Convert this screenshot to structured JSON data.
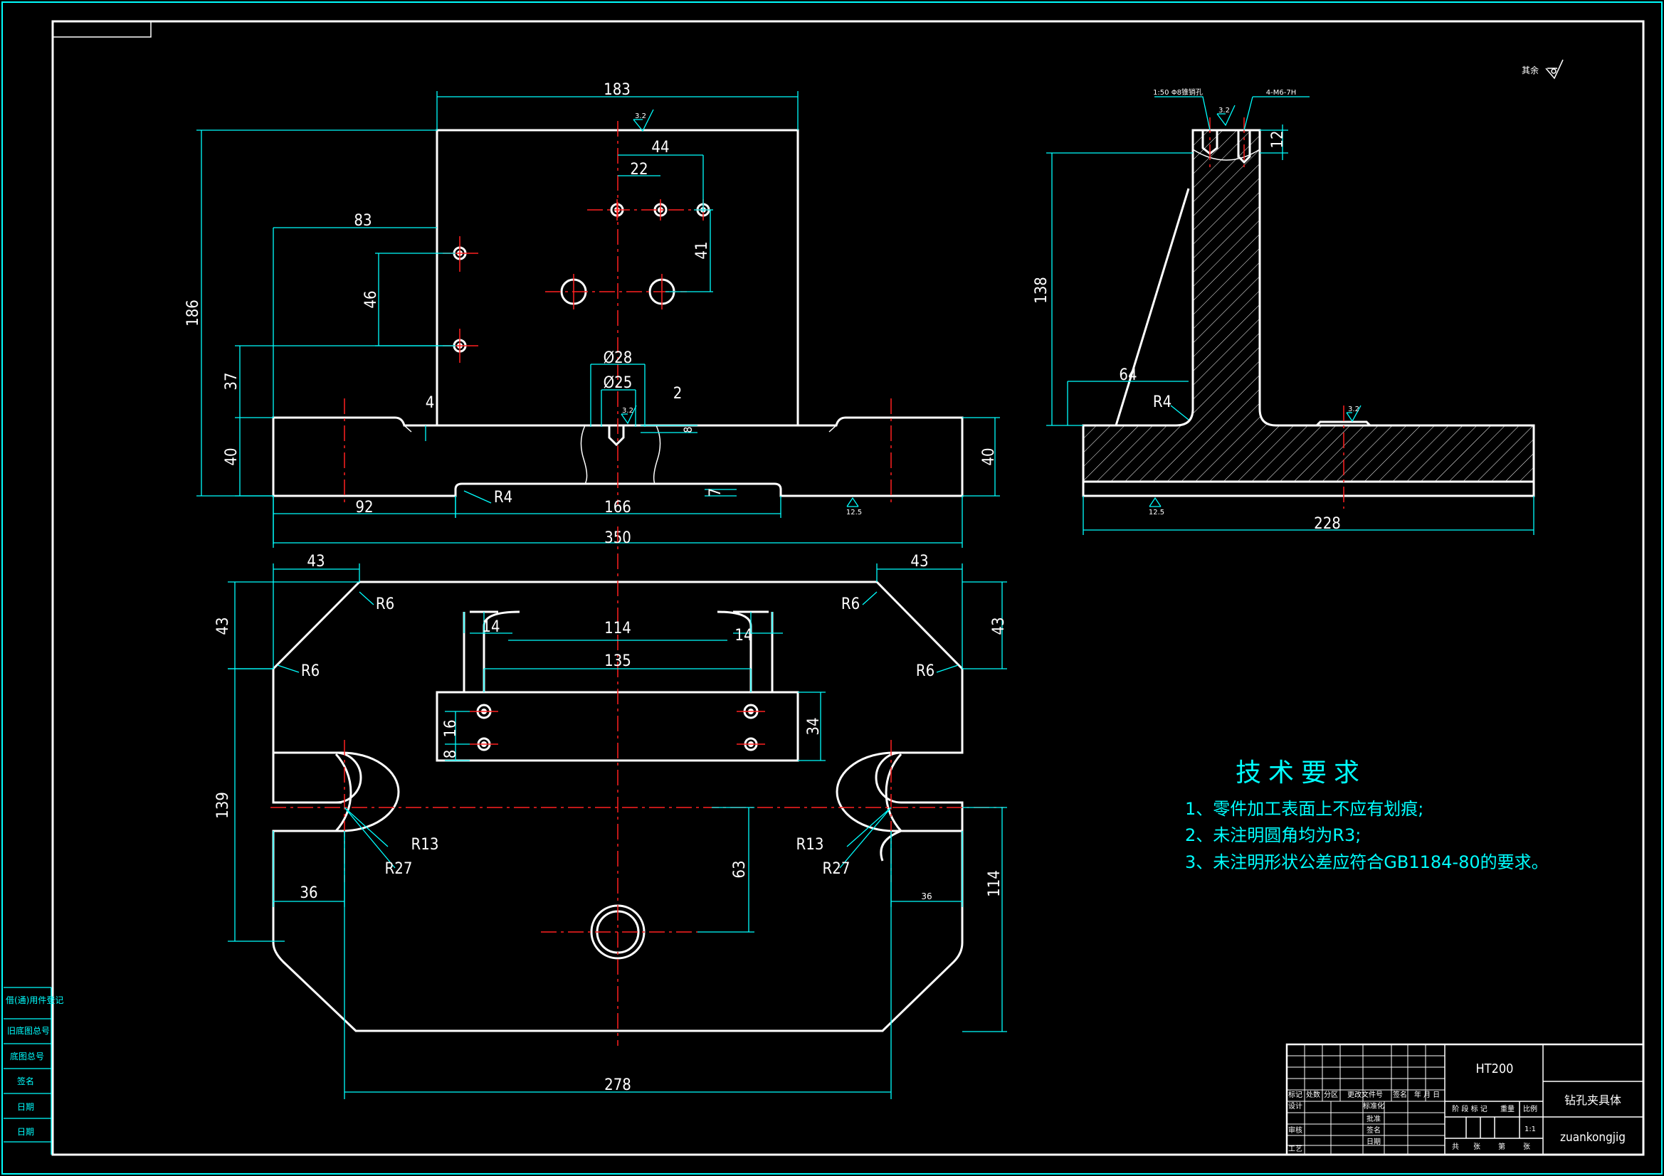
{
  "surface_note": "其余",
  "surface_finish": "12.5",
  "roughness_small": "3.2",
  "front_view": {
    "dims": [
      "183",
      "44",
      "22",
      "83",
      "41",
      "46",
      "186",
      "37",
      "40",
      "Ø28",
      "Ø25",
      "2",
      "4",
      "8",
      "7",
      "R4",
      "92",
      "166",
      "350",
      "40",
      "3.2"
    ]
  },
  "top_view": {
    "dims": [
      "43",
      "43",
      "R6",
      "R6",
      "R6",
      "R6",
      "43",
      "43",
      "14",
      "114",
      "14",
      "135",
      "16",
      "8",
      "34",
      "139",
      "R13",
      "R27",
      "R13",
      "R27",
      "36",
      "36",
      "63",
      "114",
      "278"
    ]
  },
  "side_view": {
    "dims": [
      "1:50 Φ8锥销孔",
      "4-M6-7H",
      "12",
      "138",
      "64",
      "R4",
      "228",
      "3.2",
      "12.5"
    ]
  },
  "tech_requirements": {
    "title": "技术要求",
    "items": [
      "1、零件加工表面上不应有划痕;",
      "2、未注明圆角均为R3;",
      "3、未注明形状公差应符合GB1184-80的要求。"
    ]
  },
  "title_block": {
    "material": "HT200",
    "name_cn": "钻孔夹具体",
    "name_pinyin": "zuankongjig",
    "row_headers": [
      "标记",
      "处数",
      "分区",
      "更改文件号",
      "签名",
      "年 月 日"
    ],
    "left_labels": [
      "设计",
      "审核",
      "工艺"
    ],
    "mid_labels": [
      "标准化",
      "批准",
      "签名",
      "日期"
    ],
    "stage_labels": [
      "阶 段 标 记",
      "重量",
      "比例"
    ],
    "scale": "1:1",
    "sheet_labels": [
      "共",
      "张",
      "第",
      "张"
    ]
  },
  "left_margin": {
    "labels": [
      "借(通)用件登记",
      "旧底图总号",
      "底图总号",
      "签名",
      "日期",
      "日期"
    ]
  }
}
